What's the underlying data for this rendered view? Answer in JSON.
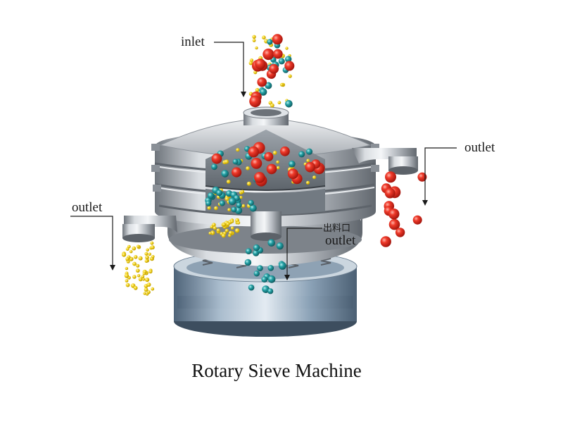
{
  "labels": {
    "inlet": "inlet",
    "outlet_right": "outlet",
    "outlet_left": "outlet",
    "outlet_center_cn": "出料口",
    "outlet_center": "outlet"
  },
  "title": "Rotary Sieve Machine",
  "colors": {
    "large_particle": "#d9261c",
    "medium_particle": "#1f8f94",
    "fine_particle": "#f2d21b",
    "steel": "#a8adb3",
    "drum": "#7e97ad"
  }
}
